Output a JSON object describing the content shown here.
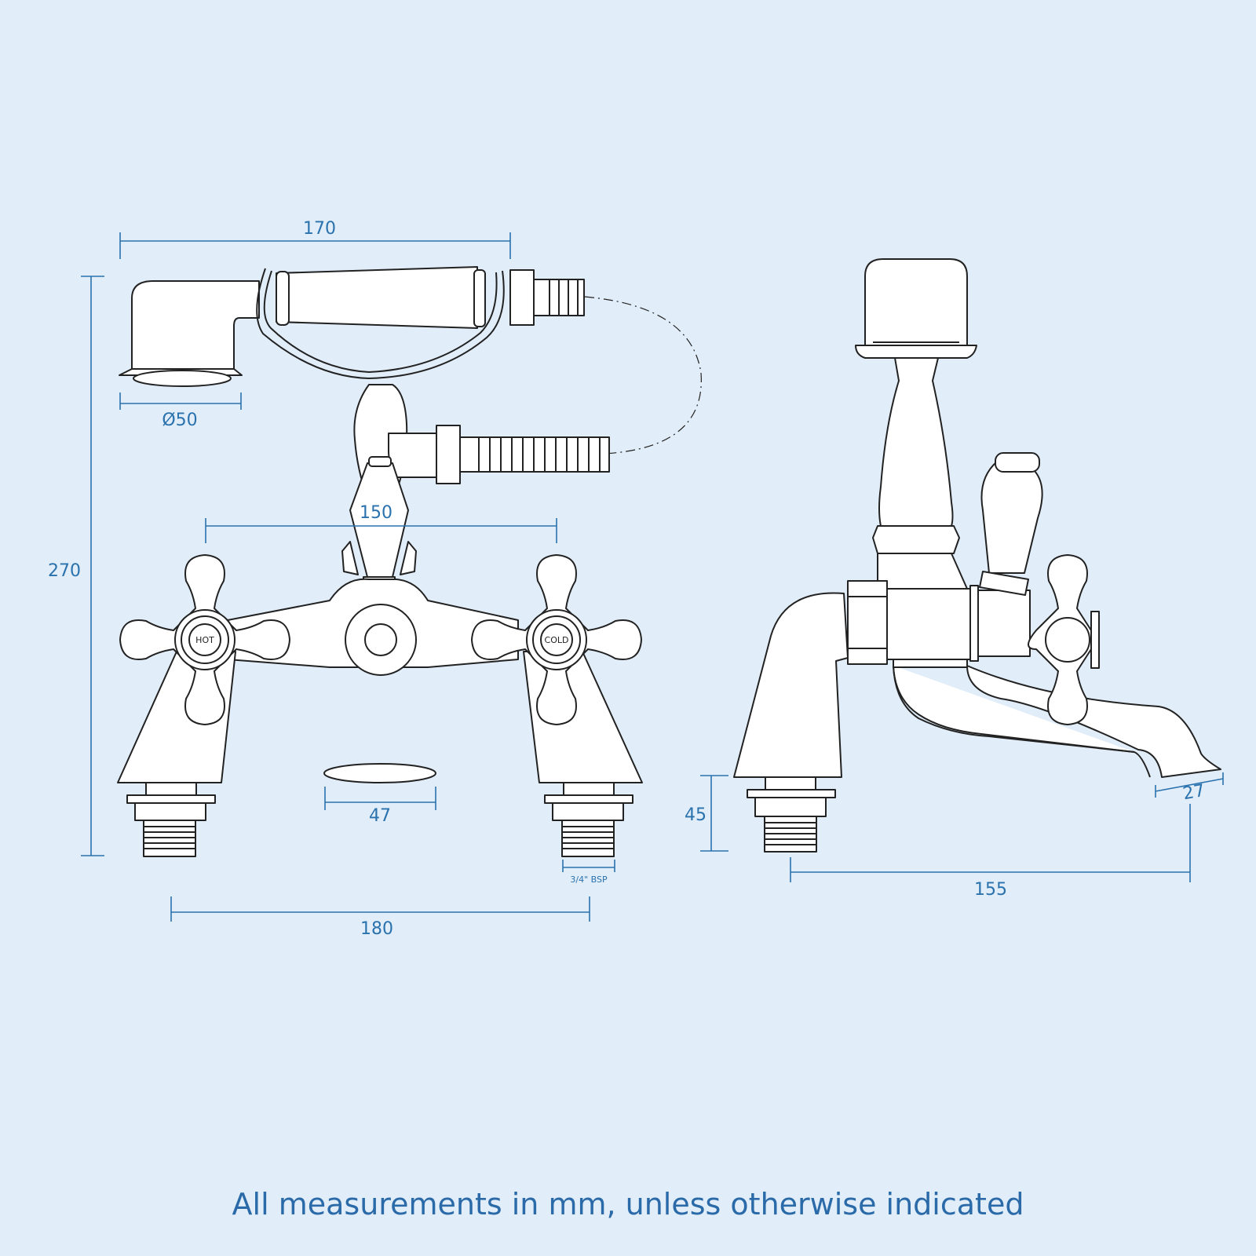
{
  "dimensions": {
    "handset_length": "170",
    "overall_height": "270",
    "handset_head_diameter": "Ø50",
    "handle_centres": "150",
    "spout_width": "47",
    "inlet_centres": "180",
    "thread_size": "3/4\" BSP",
    "base_height": "45",
    "spout_reach": "155",
    "spout_depth": "27"
  },
  "handle_labels": {
    "hot": "HOT",
    "cold": "COLD"
  },
  "footer_note": "All measurements in mm, unless otherwise indicated",
  "colors": {
    "background": "#e1edf9",
    "dimension_lines": "#2a72ad",
    "outline": "#222222",
    "fill": "#ffffff"
  }
}
